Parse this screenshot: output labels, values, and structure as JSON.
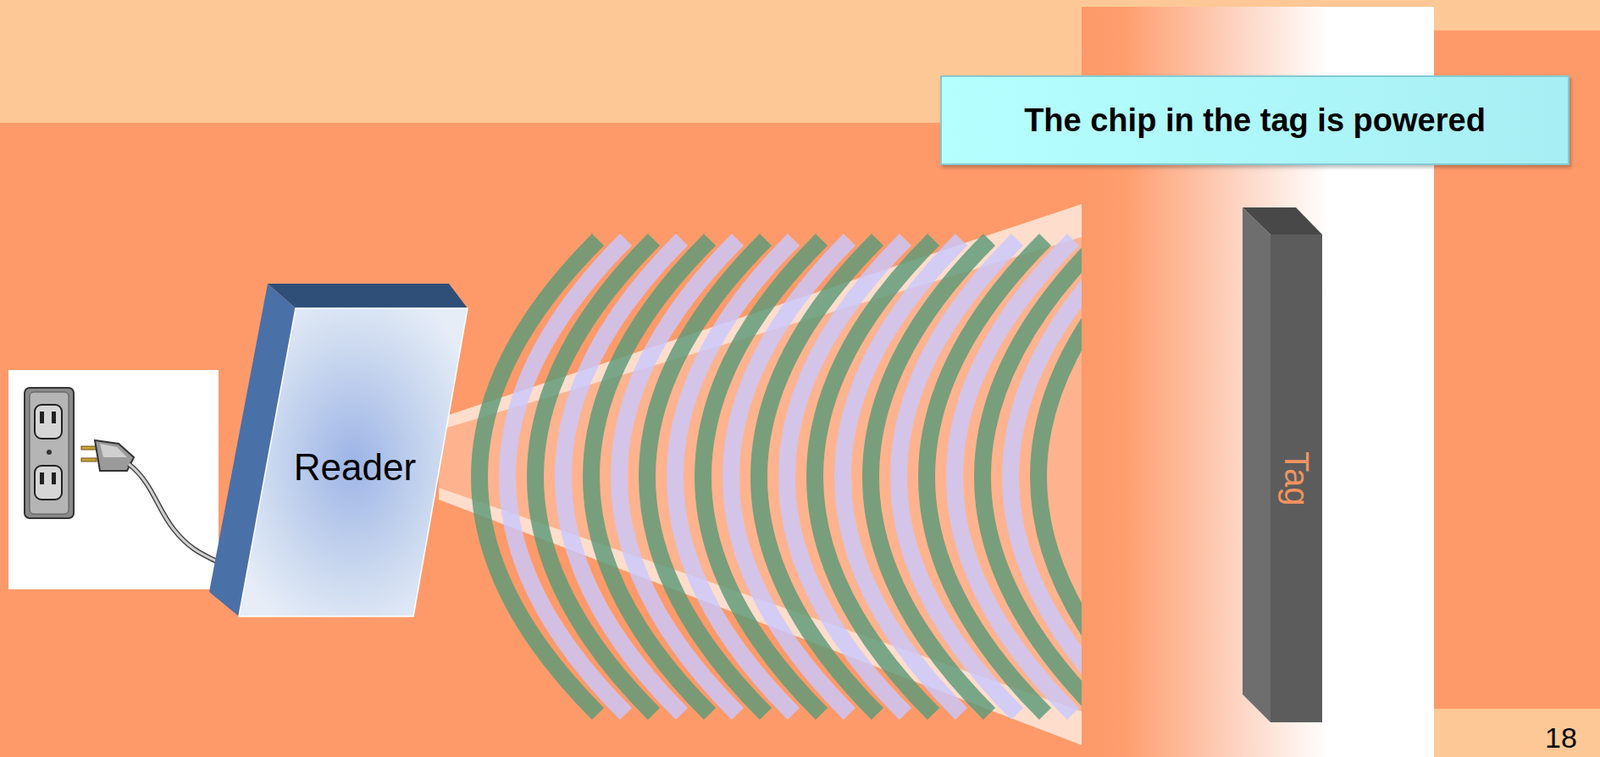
{
  "diagram": {
    "nodes": [
      {
        "text": [
          "The chip in the tag is powered"
        ]
      },
      {
        "text": [
          "Reader"
        ]
      },
      {
        "text": [
          "Tag"
        ]
      }
    ],
    "labels": [
      "18"
    ]
  }
}
